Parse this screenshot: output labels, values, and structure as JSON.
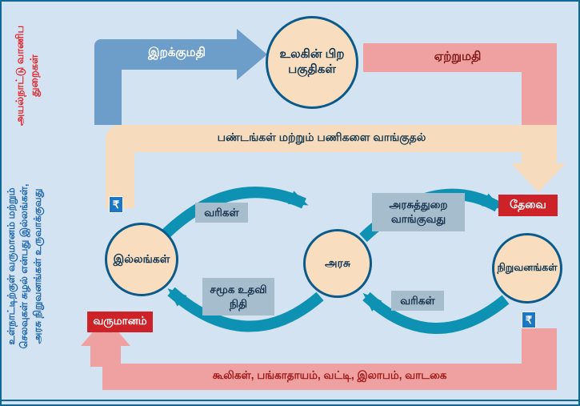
{
  "colors": {
    "background": "#d3e3f1",
    "frame_border": "#0e6a94",
    "node_fill": "#f8debf",
    "node_border": "#0b5a8c",
    "teal_arrow": "#0e92b4",
    "blue_arrow": "#6d9ec9",
    "pink_arrow": "#efa0a0",
    "peach_band": "#f6dcbd",
    "label_box": "#a6bdcd",
    "red_badge": "#cc2228",
    "rupee_box": "#1b76c4",
    "red_side_text": "#e2262c",
    "blue_side_text": "#1a63ad"
  },
  "side_labels": {
    "foreign_trade": {
      "line1": "அயல்நாட்டு வாணிப",
      "line2": "துறைகள்"
    },
    "domestic_flow": {
      "line1": "உள்நாட்டிற்குள் வருமானம் மற்றும்",
      "line2": "செலவுகள் சுழல் என்பது இல்லங்கள்,",
      "line3": "அரசு நிறுவனங்கள் உருவாக்குவது"
    }
  },
  "nodes": {
    "rest_of_world": "உலகின் பிற பகுதிகள்",
    "households": "இல்லங்கள்",
    "government": "அரசு",
    "firms": "நிறுவனங்கள்"
  },
  "flows": {
    "imports": "இறக்குமதி",
    "exports": "ஏற்றுமதி",
    "goods_purchase": "பண்டங்கள் மற்றும் பணிகளை வாங்குதல்",
    "household_taxes": "வரிகள்",
    "government_purchases": "அரசுத்துறை வாங்குவது",
    "social_assistance": "சமூக உதவி நிதி",
    "firm_taxes": "வரிகள்",
    "factor_payments": "கூலிகள், பங்காதாயம், வட்டி, இலாபம், வாடகை"
  },
  "badges": {
    "demand": "தேவை",
    "income": "வருமானம்",
    "currency": "₹"
  }
}
